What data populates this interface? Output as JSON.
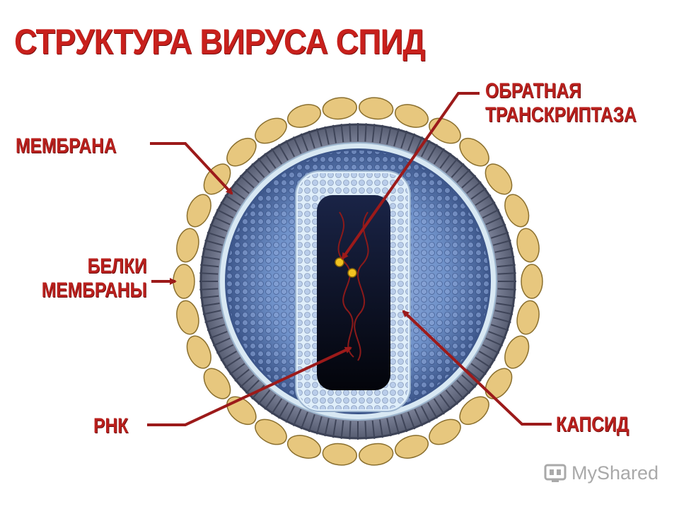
{
  "title": "СТРУКТУРА ВИРУСА СПИД",
  "labels": {
    "membrane": "МЕМБРАНА",
    "membrane_proteins_line1": "БЕЛКИ",
    "membrane_proteins_line2": "МЕМБРАНЫ",
    "rna": "РНК",
    "reverse_transcriptase_line1": "ОБРАТНАЯ",
    "reverse_transcriptase_line2": "ТРАНСКРИПТАЗА",
    "capsid": "КАПСИД"
  },
  "watermark": {
    "text": "MyShared",
    "icon": "myshared-logo-icon"
  },
  "colors": {
    "label_red": "#b9201d",
    "arrow_red": "#9c1a1a",
    "protein_fill": "#e7c77e",
    "membrane_gray": "#6d7487",
    "inner_blue": "#5a7fb8",
    "capsid_white": "#e8f3fb"
  }
}
